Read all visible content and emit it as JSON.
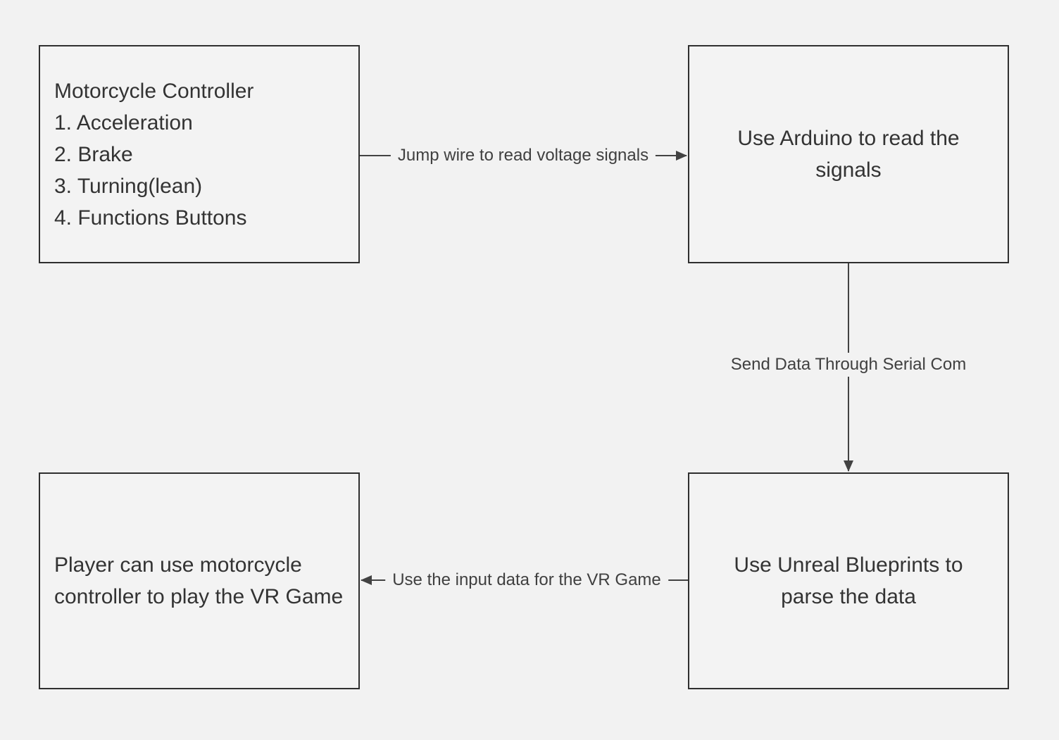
{
  "canvas": {
    "background": "#f2f2f2",
    "node_fill": "#f3f3f3",
    "node_border": "#2f2f2f",
    "node_text_color": "#333333",
    "edge_color": "#424242",
    "edge_label_color": "#404040"
  },
  "nodes": {
    "motorcycle_controller": {
      "lines": [
        "Motorcycle Controller",
        "1. Acceleration",
        "2. Brake",
        "3. Turning(lean)",
        "4. Functions Buttons"
      ]
    },
    "arduino": {
      "text": "Use Arduino to read the signals"
    },
    "unreal": {
      "text": "Use Unreal Blueprints to parse the data"
    },
    "player": {
      "text": "Player can use motorcycle controller to play the VR Game"
    }
  },
  "edges": {
    "jump_wire": {
      "label": "Jump wire to read voltage signals"
    },
    "serial_com": {
      "label": "Send Data Through Serial Com"
    },
    "input_data": {
      "label": "Use the input data for the VR Game"
    }
  }
}
